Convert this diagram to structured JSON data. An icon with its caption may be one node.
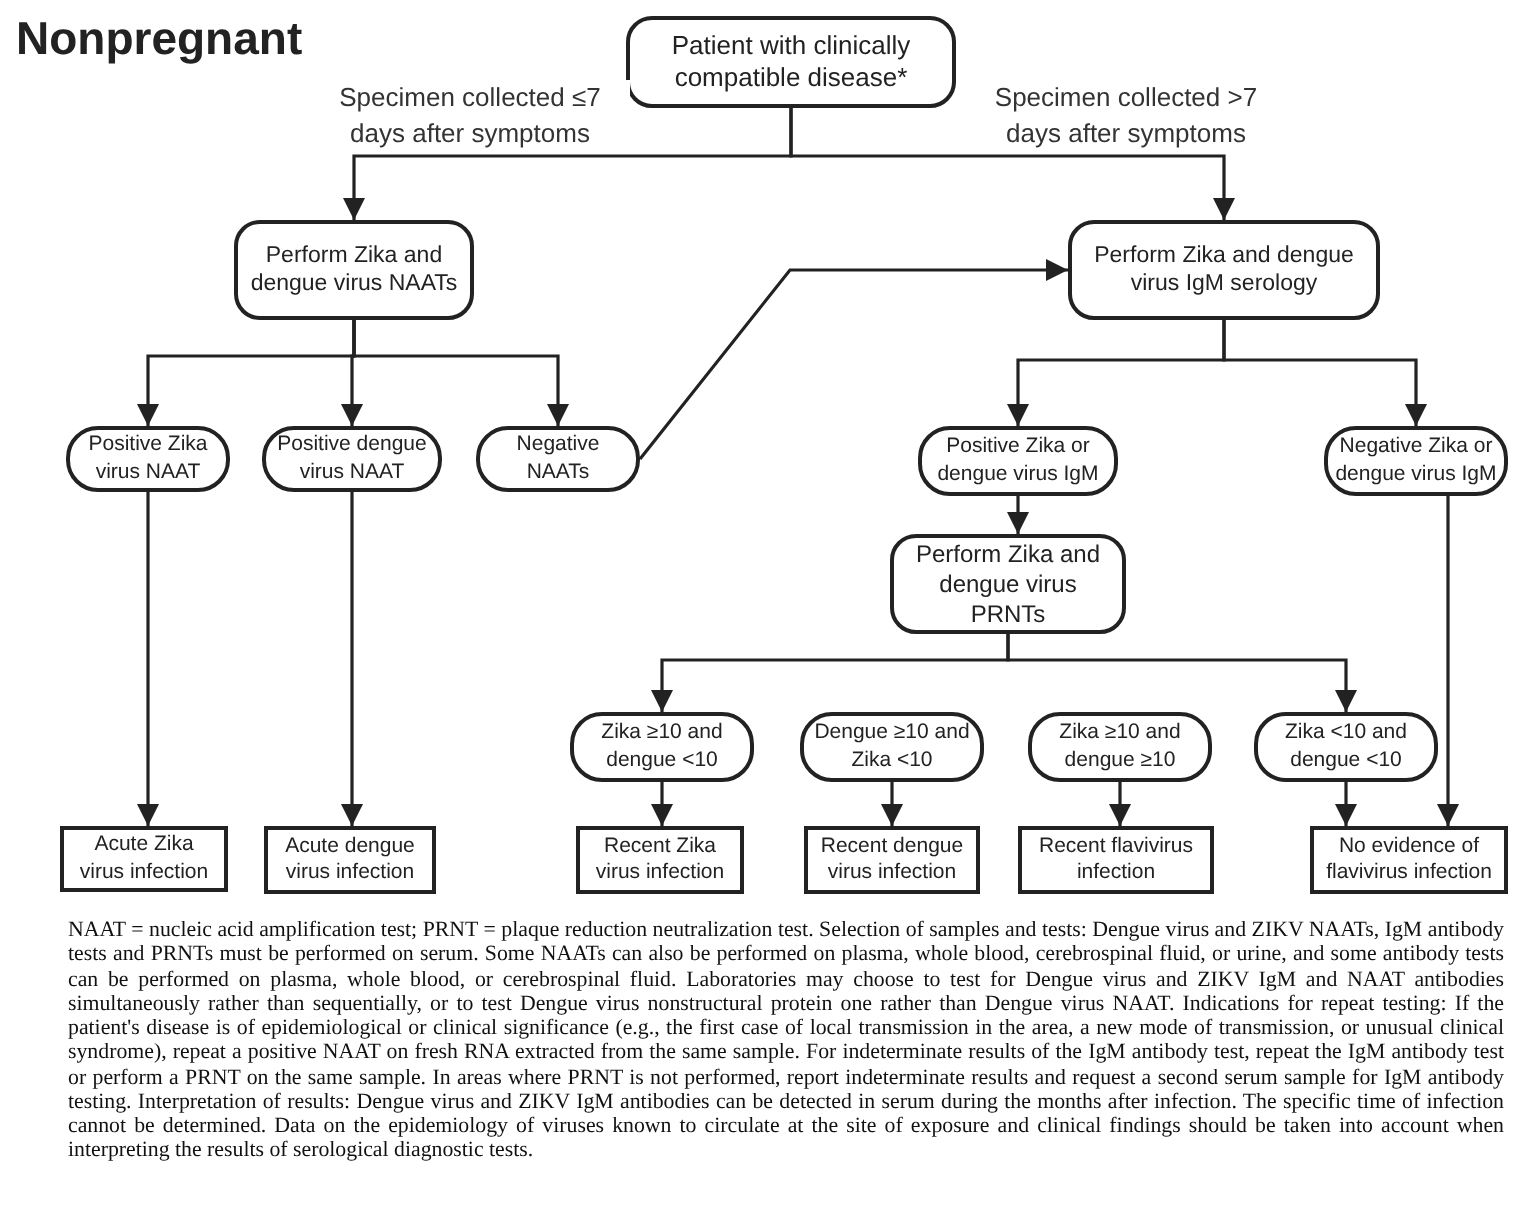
{
  "diagram": {
    "title": "Nonpregnant",
    "caption": "NAAT = nucleic acid amplification test; PRNT = plaque reduction neutralization test. Selection of samples and tests: Dengue virus and ZIKV NAATs, IgM antibody tests and PRNTs must be performed on serum. Some NAATs can also be performed on plasma, whole blood, cerebrospinal fluid, or urine, and some antibody tests can be performed on plasma, whole blood, or cerebrospinal fluid. Laboratories may choose to test for Dengue virus and ZIKV IgM and NAAT antibodies simultaneously rather than sequentially, or to test Dengue virus nonstructural protein one rather than Dengue virus NAAT. Indications for repeat testing: If the patient's disease is of epidemiological or clinical significance (e.g., the first case of local transmission in the area, a new mode of transmission, or unusual clinical syndrome), repeat a positive NAAT on fresh RNA extracted from the same sample. For indeterminate results of the IgM antibody test, repeat the IgM antibody test or perform a PRNT on the same sample. In areas where PRNT is not performed, report indeterminate results and request a second serum sample for IgM antibody testing. Interpretation of results: Dengue virus and ZIKV IgM antibodies can be detected in serum during the months after infection. The specific time of infection cannot be determined. Data on the epidemiology of viruses known to circulate at the site of exposure and clinical findings should be taken into account when interpreting the results of serological diagnostic tests.",
    "nodes": [
      {
        "text": [
          "Patient with clinically compatible disease*"
        ]
      },
      {
        "text": [
          "Perform Zika and dengue virus NAATs"
        ]
      },
      {
        "text": [
          "Perform Zika and dengue virus IgM serology"
        ]
      },
      {
        "text": [
          "Positive Zika virus NAAT"
        ]
      },
      {
        "text": [
          "Positive dengue virus NAAT"
        ]
      },
      {
        "text": [
          "Negative NAATs"
        ]
      },
      {
        "text": [
          "Positive Zika or dengue virus IgM"
        ]
      },
      {
        "text": [
          "Negative Zika or dengue virus IgM"
        ]
      },
      {
        "text": [
          "Perform Zika and dengue virus PRNTs"
        ]
      },
      {
        "text": [
          "Zika ≥10 and dengue <10"
        ]
      },
      {
        "text": [
          "Dengue ≥10 and Zika <10"
        ]
      },
      {
        "text": [
          "Zika ≥10 and dengue ≥10"
        ]
      },
      {
        "text": [
          "Zika <10 and dengue <10"
        ]
      },
      {
        "text": [
          "Acute Zika virus infection"
        ]
      },
      {
        "text": [
          "Acute dengue virus infection"
        ]
      },
      {
        "text": [
          "Recent Zika virus infection"
        ]
      },
      {
        "text": [
          "Recent dengue virus infection"
        ]
      },
      {
        "text": [
          "Recent flavivirus infection"
        ]
      },
      {
        "text": [
          "No evidence of flavivirus infection"
        ]
      }
    ],
    "edges": [
      {
        "from": 0,
        "to": 1,
        "arrow": "to",
        "label": "Specimen collected ≤7 days after symptoms"
      },
      {
        "from": 0,
        "to": 2,
        "arrow": "to",
        "label": "Specimen collected >7 days after symptoms"
      },
      {
        "from": 1,
        "to": 3,
        "arrow": "to"
      },
      {
        "from": 1,
        "to": 4,
        "arrow": "to"
      },
      {
        "from": 1,
        "to": 5,
        "arrow": "to"
      },
      {
        "from": 5,
        "to": 2,
        "arrow": "to"
      },
      {
        "from": 2,
        "to": 6,
        "arrow": "to"
      },
      {
        "from": 2,
        "to": 7,
        "arrow": "to"
      },
      {
        "from": 6,
        "to": 8,
        "arrow": "to"
      },
      {
        "from": 8,
        "to": 9,
        "arrow": "to"
      },
      {
        "from": 8,
        "to": 12,
        "arrow": "to"
      },
      {
        "from": 3,
        "to": 13,
        "arrow": "to"
      },
      {
        "from": 4,
        "to": 14,
        "arrow": "to"
      },
      {
        "from": 9,
        "to": 15,
        "arrow": "to"
      },
      {
        "from": 10,
        "to": 16,
        "arrow": "to"
      },
      {
        "from": 11,
        "to": 17,
        "arrow": "to"
      },
      {
        "from": 12,
        "to": 18,
        "arrow": "to"
      },
      {
        "from": 7,
        "to": 18,
        "arrow": "to"
      }
    ]
  }
}
